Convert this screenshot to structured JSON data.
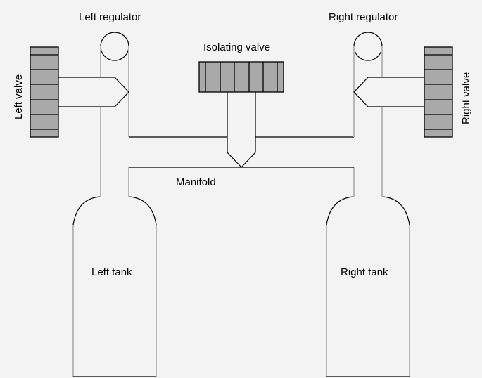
{
  "diagram": {
    "title": "Twin tank manifold with isolating valve",
    "labels": {
      "left_regulator": "Left regulator",
      "right_regulator": "Right regulator",
      "isolating_valve": "Isolating valve",
      "left_valve": "Left valve",
      "right_valve": "Right valve",
      "manifold": "Manifold",
      "left_tank": "Left tank",
      "right_tank": "Right tank"
    },
    "colors": {
      "background": "#f3f3f3",
      "valve_fill": "#a9a9a9",
      "line": "#000000",
      "pipe_gray": "#b8b8b8"
    }
  }
}
